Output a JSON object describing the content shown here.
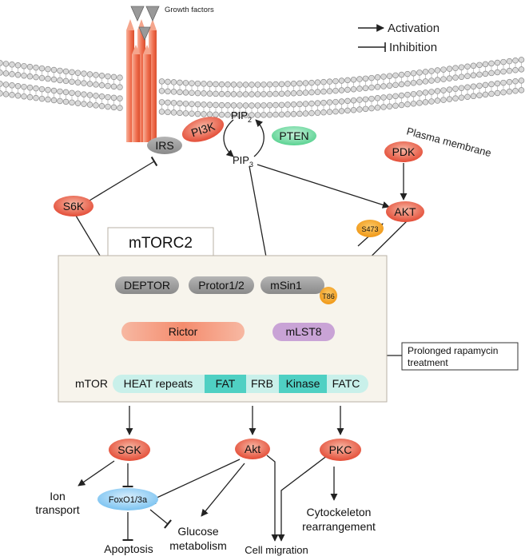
{
  "legend": {
    "activation": "Activation",
    "inhibition": "Inhibition"
  },
  "labels": {
    "growth_factors": "Growth factors",
    "plasma_membrane": "Plasma membrane",
    "mtorc2": "mTORC2",
    "mtor": "mTOR",
    "rapamycin_line1": "Prolonged rapamycin",
    "rapamycin_line2": "treatment"
  },
  "nodes": {
    "irs": "IRS",
    "pi3k": "PI3K",
    "pip2": "PIP",
    "pip2_sub": "2",
    "pip3": "PIP",
    "pip3_sub": "3",
    "pten": "PTEN",
    "pdk": "PDK",
    "akt_top": "AKT",
    "s473": "S473",
    "t86": "T86",
    "s6k": "S6K",
    "deptor": "DEPTOR",
    "protor": "Protor1/2",
    "msin1": "mSin1",
    "rictor": "Rictor",
    "mlst8": "mLST8",
    "sgk": "SGK",
    "akt_bottom": "Akt",
    "pkc": "PKC",
    "foxo": "FoxO1/3a"
  },
  "domains": {
    "heat": "HEAT repeats",
    "fat": "FAT",
    "frb": "FRB",
    "kinase": "Kinase",
    "fatc": "FATC"
  },
  "outcomes": {
    "ion_1": "Ion",
    "ion_2": "transport",
    "apoptosis": "Apoptosis",
    "glucose_1": "Glucose",
    "glucose_2": "metabolism",
    "migration": "Cell migration",
    "cyto_1": "Cytockeleton",
    "cyto_2": "rearrangement"
  },
  "colors": {
    "node_red": "#e8503a",
    "node_green": "#6cd9a0",
    "node_grey": "#8e8e8e",
    "node_purple": "#c9a3d6",
    "rictor": "#f59a82",
    "domain_light": "#c9f0ea",
    "domain_dark": "#4fd0c3",
    "complex_bg": "#f7f4ec",
    "phospho": "#f7a21b",
    "receptor": "#f07a5a"
  }
}
